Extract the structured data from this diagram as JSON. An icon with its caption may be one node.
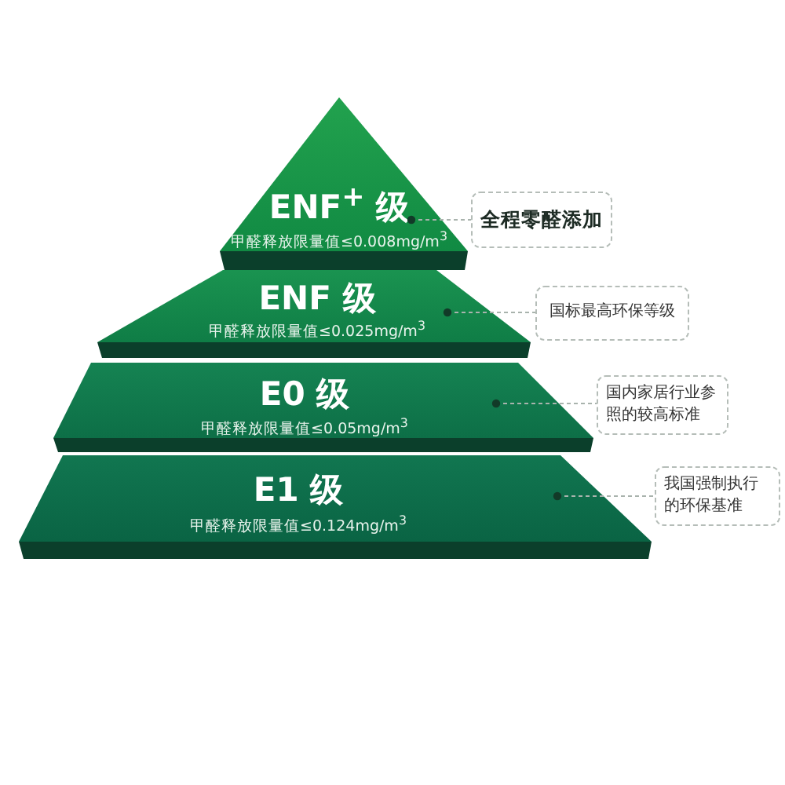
{
  "diagram": {
    "nodes": [
      {
        "text": [
          "ENF$^{+}$ 级",
          "甲醛释放限量值≤0.008mg/m$^{3}$"
        ]
      },
      {
        "text": [
          "ENF 级",
          "甲醛释放限量值≤0.025mg/m$^{3}$"
        ]
      },
      {
        "text": [
          "E0 级",
          "甲醛释放限量值≤0.05mg/m$^{3}$"
        ]
      },
      {
        "text": [
          "E1 级",
          "甲醛释放限量值≤0.124mg/m$^{3}$"
        ]
      },
      {
        "text": [
          "全程零醛添加"
        ]
      },
      {
        "text": [
          "国标最高环保等级"
        ]
      },
      {
        "text": [
          "国内家居行业参照的较高标准"
        ]
      },
      {
        "text": [
          "我国强制执行的环保基准"
        ]
      }
    ],
    "edges": [
      {
        "from": 0,
        "to": 4,
        "arrow": "other",
        "style": "dashed"
      },
      {
        "from": 1,
        "to": 5,
        "arrow": "other",
        "style": "dashed"
      },
      {
        "from": 2,
        "to": 6,
        "arrow": "other",
        "style": "dashed"
      },
      {
        "from": 3,
        "to": 7,
        "arrow": "other",
        "style": "dashed"
      }
    ]
  }
}
